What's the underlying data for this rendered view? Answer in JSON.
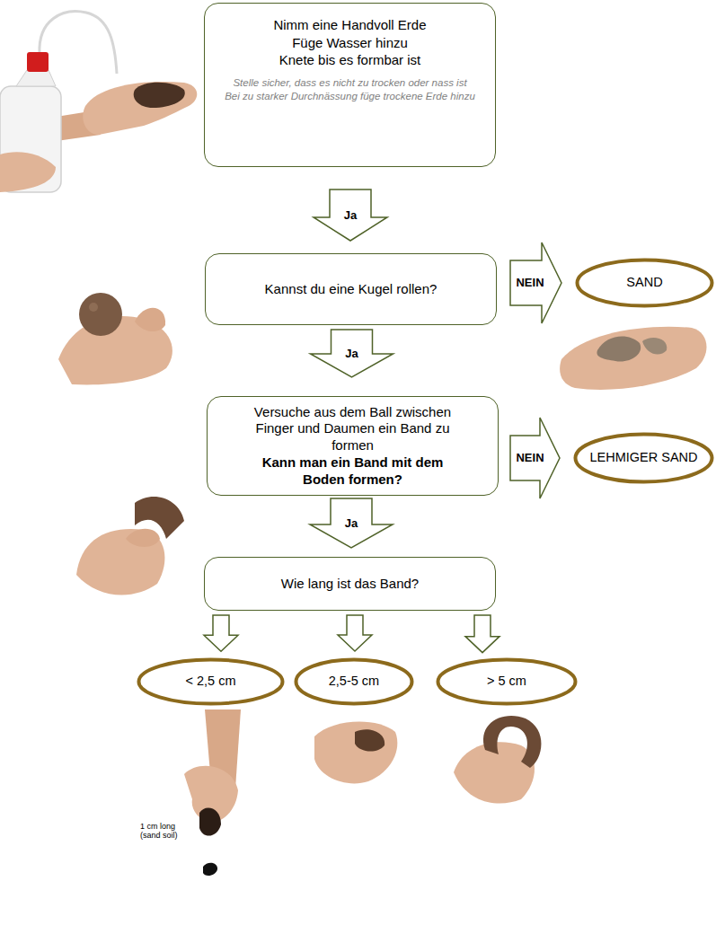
{
  "diagram": {
    "nodes": [
      {
        "text": [
          "Nimm eine Handvoll Erde",
          "Füge Wasser hinzu",
          "Knete bis es formbar ist",
          "Stelle sicher, dass es nicht zu trocken oder nass ist",
          "Bei zu starker Durchnässung füge trockene Erde hinzu"
        ]
      },
      {
        "text": [
          "Kannst du eine Kugel rollen?"
        ]
      },
      {
        "text": [
          "SAND"
        ]
      },
      {
        "text": [
          "Versuche aus dem Ball zwischen Finger und Daumen ein Band zu formen",
          "Kann man ein Band mit dem Boden formen?"
        ]
      },
      {
        "text": [
          "LEHMIGER SAND"
        ]
      },
      {
        "text": [
          "Wie lang ist das Band?"
        ]
      },
      {
        "text": [
          "< 2,5 cm"
        ]
      },
      {
        "text": [
          "2,5-5 cm"
        ]
      },
      {
        "text": [
          "> 5 cm"
        ]
      }
    ],
    "edges": [
      {
        "from": 0,
        "to": 1,
        "arrow": "to",
        "label": "Ja"
      },
      {
        "from": 1,
        "to": 2,
        "arrow": "to",
        "label": "NEIN"
      },
      {
        "from": 1,
        "to": 3,
        "arrow": "to",
        "label": "Ja"
      },
      {
        "from": 3,
        "to": 4,
        "arrow": "to",
        "label": "NEIN"
      },
      {
        "from": 3,
        "to": 5,
        "arrow": "to",
        "label": "Ja"
      },
      {
        "from": 5,
        "to": 6,
        "arrow": "to"
      },
      {
        "from": 5,
        "to": 7,
        "arrow": "to"
      },
      {
        "from": 5,
        "to": 8,
        "arrow": "to"
      }
    ],
    "labels": [
      "1 cm long (sand soil)"
    ]
  }
}
